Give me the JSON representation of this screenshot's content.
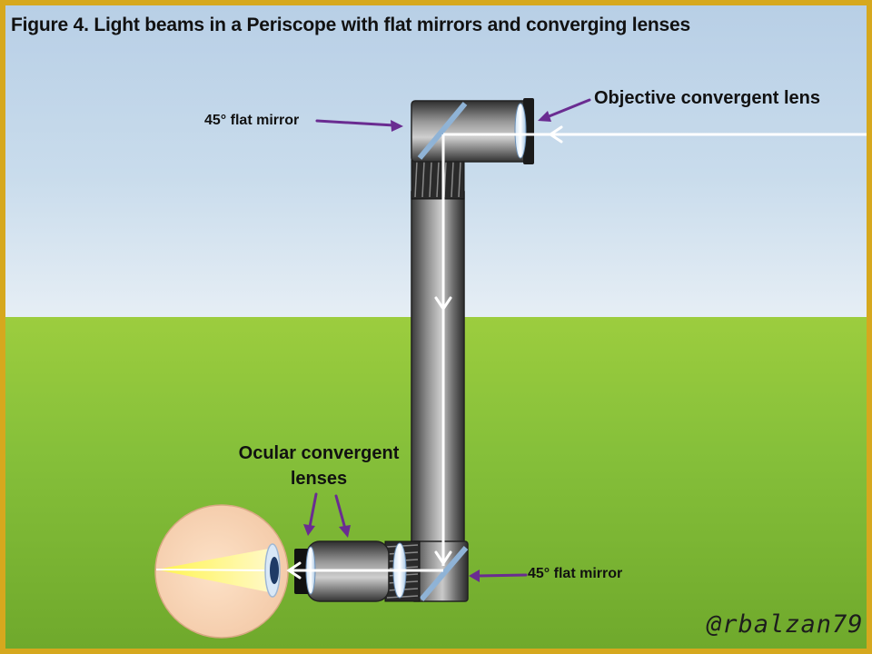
{
  "title": "Figure 4. Light beams in a Periscope with flat mirrors and converging lenses",
  "labels": {
    "mirror_top": "45° flat mirror",
    "objective_lens": "Objective convergent lens",
    "mirror_bottom": "45° flat mirror",
    "ocular_lenses_line1": "Ocular convergent",
    "ocular_lenses_line2": "lenses"
  },
  "signature": "@rbalzan79",
  "colors": {
    "sky": "#c9dcec",
    "ground": "#86c03a",
    "arrow": "#6a2c91",
    "beam": "#ffffff",
    "frame": "#d6a81e"
  }
}
